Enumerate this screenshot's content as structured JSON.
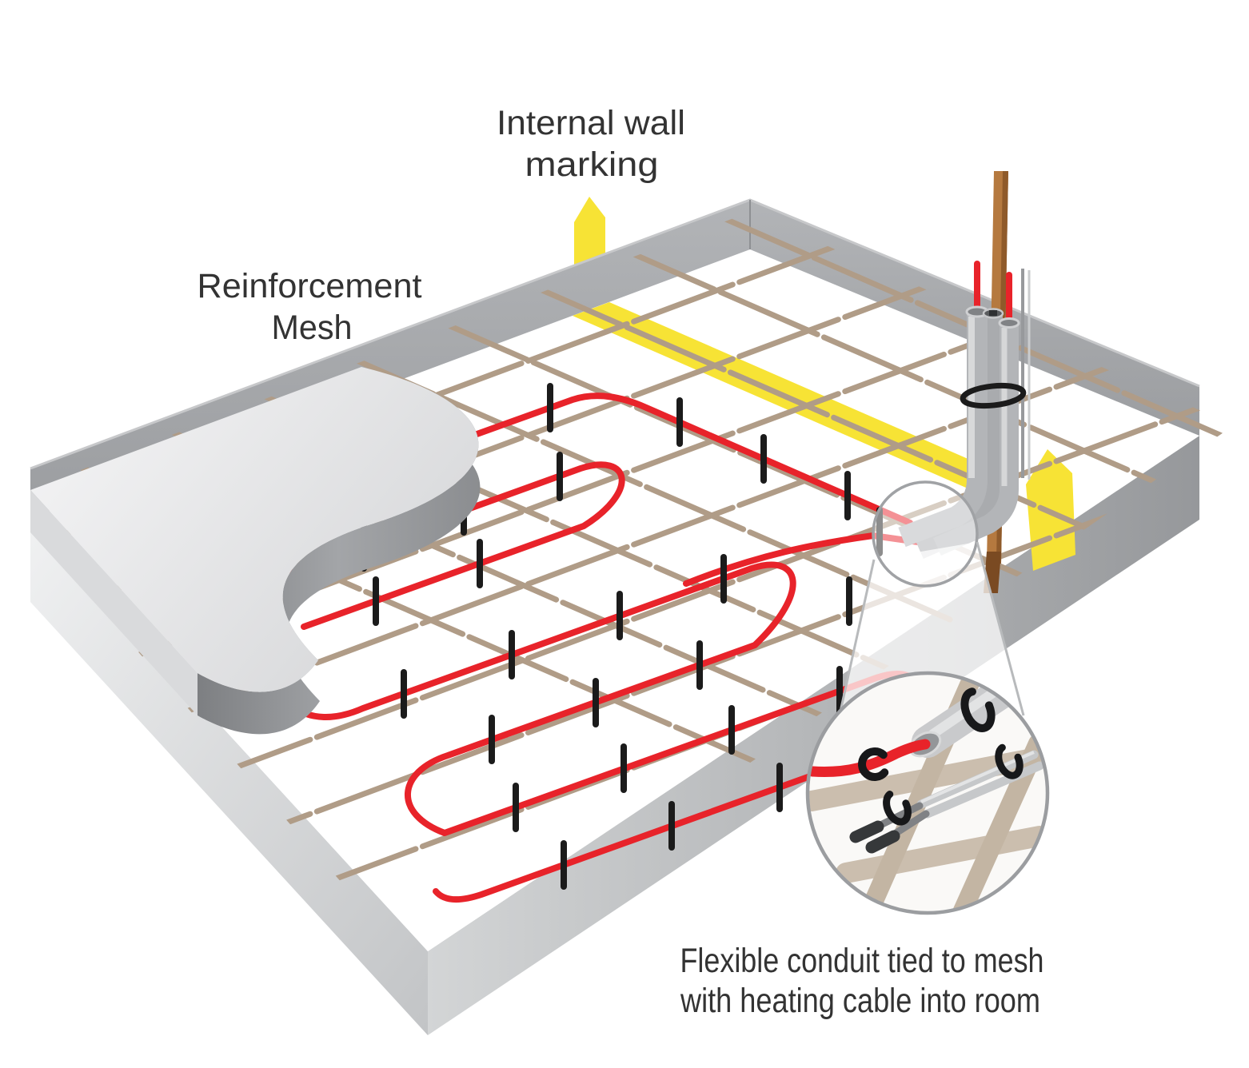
{
  "diagram": {
    "type": "underfloor-heating-slab-installation-illustration",
    "labels": {
      "internal_wall": {
        "line1": "Internal wall",
        "line2": "marking"
      },
      "reinforcement": {
        "line1": "Reinforcement",
        "line2": "Mesh"
      },
      "conduit_callout": {
        "line1": "Flexible conduit tied to mesh",
        "line2": "with heating cable into room"
      }
    },
    "colors": {
      "heating_cable_red": "#e8232a",
      "mesh_tan": "#b09c87",
      "marking_yellow": "#f7e335",
      "wall_gray": "#a7a9ac",
      "screed_light": "#ececee",
      "tie_black": "#1b1b1b",
      "conduit_gray": "#b3b5b8",
      "timber_stake_brown": "#b5793f",
      "text": "#333333",
      "background": "#ffffff"
    },
    "icons": [
      {
        "name": "direction-arrow-up-top",
        "meaning": "internal wall marking arrow"
      },
      {
        "name": "direction-arrow-up-right",
        "meaning": "internal wall marking arrow"
      },
      {
        "name": "magnifier-callout-circle",
        "meaning": "zoom detail of conduit tied to mesh"
      }
    ]
  }
}
